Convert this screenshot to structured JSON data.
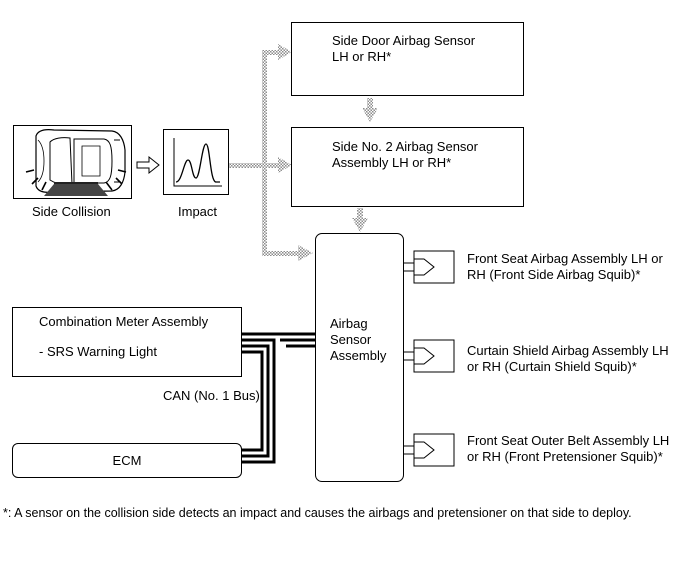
{
  "sensors": {
    "side_door_label": "Side Door Airbag Sensor\nLH or RH*",
    "side_no2_label": "Side No. 2 Airbag Sensor\nAssembly LH or RH*"
  },
  "collision": {
    "caption": "Side Collision",
    "icon": "car-side-collision-icon"
  },
  "impact": {
    "caption": "Impact",
    "icon": "impact-waveform-icon"
  },
  "airbag_sensor": {
    "label": "Airbag\nSensor\nAssembly"
  },
  "outputs": [
    {
      "label": "Front Seat Airbag Assembly LH or\nRH (Front Side Airbag Squib)*"
    },
    {
      "label": "Curtain Shield Airbag Assembly LH\nor RH (Curtain Shield Squib)*"
    },
    {
      "label": "Front Seat Outer Belt Assembly LH\nor RH (Front Pretensioner Squib)*"
    }
  ],
  "meter": {
    "title": "Combination Meter Assembly",
    "item": "- SRS Warning Light"
  },
  "can_label": "CAN (No. 1 Bus)",
  "ecm_label": "ECM",
  "footnote": "*: A sensor on the collision side detects an impact and causes the airbags and pretensioner on that side to deploy."
}
